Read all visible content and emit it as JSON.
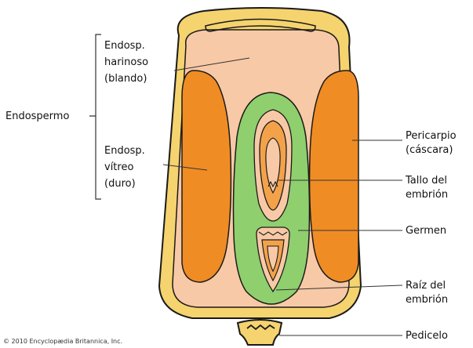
{
  "colors": {
    "pericarp_fill": "#f5d36e",
    "outline": "#1a1a1a",
    "floury_endosperm": "#f8c9a6",
    "vitreous_endosperm": "#f08c24",
    "germ_green": "#8fcf6e",
    "embryo_orange": "#f3a24a",
    "leader_line": "#333333"
  },
  "labels": {
    "endosperm": "Endospermo",
    "floury_line1": "Endosp.",
    "floury_line2": "harinoso",
    "floury_line3": "(blando)",
    "vitreous_line1": "Endosp.",
    "vitreous_line2": "vítreo",
    "vitreous_line3": "(duro)",
    "pericarp_line1": "Pericarpio",
    "pericarp_line2": "(cáscara)",
    "stem_line1": "Tallo del",
    "stem_line2": "embrión",
    "germ": "Germen",
    "root_line1": "Raíz del",
    "root_line2": "embrión",
    "pedicel": "Pedicelo"
  },
  "credit": "© 2010 Encyclopædia Britannica, Inc."
}
